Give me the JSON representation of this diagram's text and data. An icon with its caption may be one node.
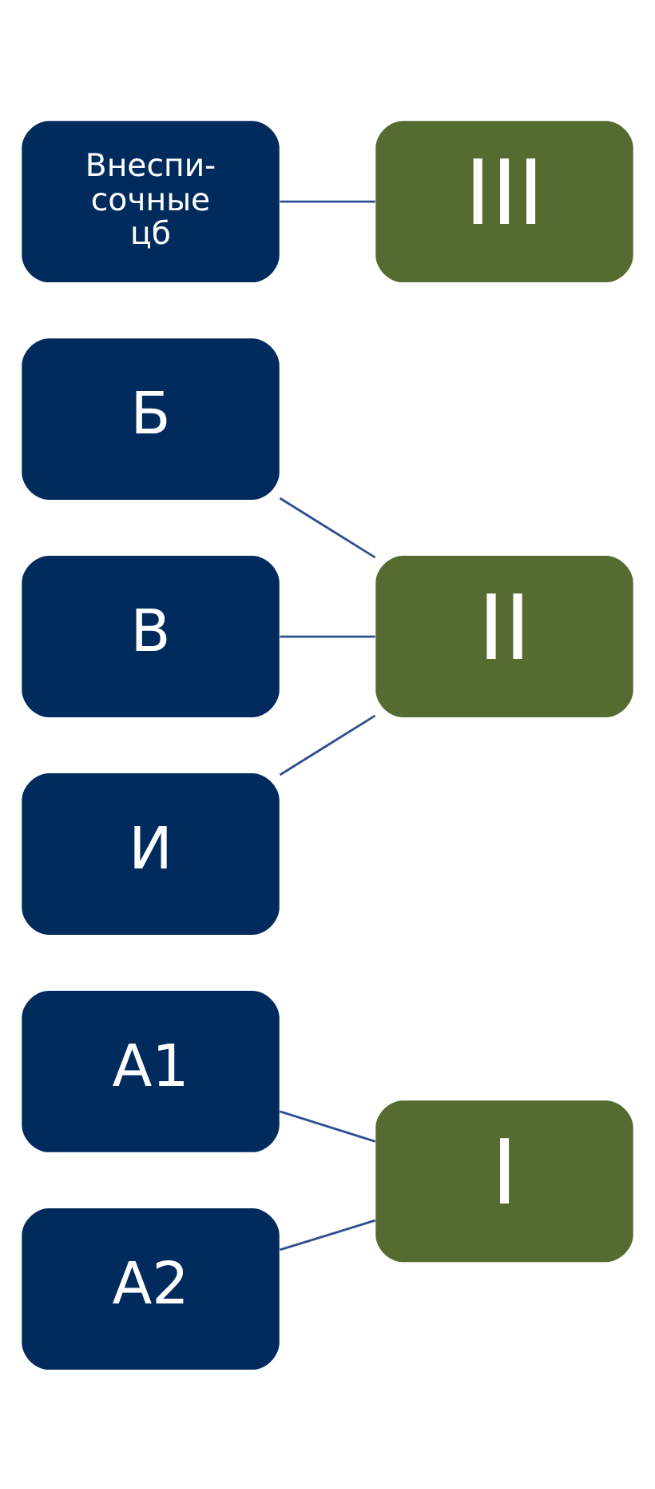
{
  "diagram": {
    "nodes": [
      {
        "text": [
          "А1"
        ]
      },
      {
        "text": [
          "А2"
        ]
      },
      {
        "text": [
          "I"
        ]
      },
      {
        "text": [
          "Б"
        ]
      },
      {
        "text": [
          "В"
        ]
      },
      {
        "text": [
          "И"
        ]
      },
      {
        "text": [
          "II"
        ]
      },
      {
        "text": [
          "Внеспи- сочные цб"
        ]
      },
      {
        "text": [
          "III"
        ]
      }
    ],
    "edges": [
      {
        "from": 0,
        "to": 2,
        "arrow": "none"
      },
      {
        "from": 1,
        "to": 2,
        "arrow": "none"
      },
      {
        "from": 3,
        "to": 6,
        "arrow": "none"
      },
      {
        "from": 4,
        "to": 6,
        "arrow": "none"
      },
      {
        "from": 5,
        "to": 6,
        "arrow": "none"
      },
      {
        "from": 7,
        "to": 8,
        "arrow": "none"
      }
    ]
  }
}
